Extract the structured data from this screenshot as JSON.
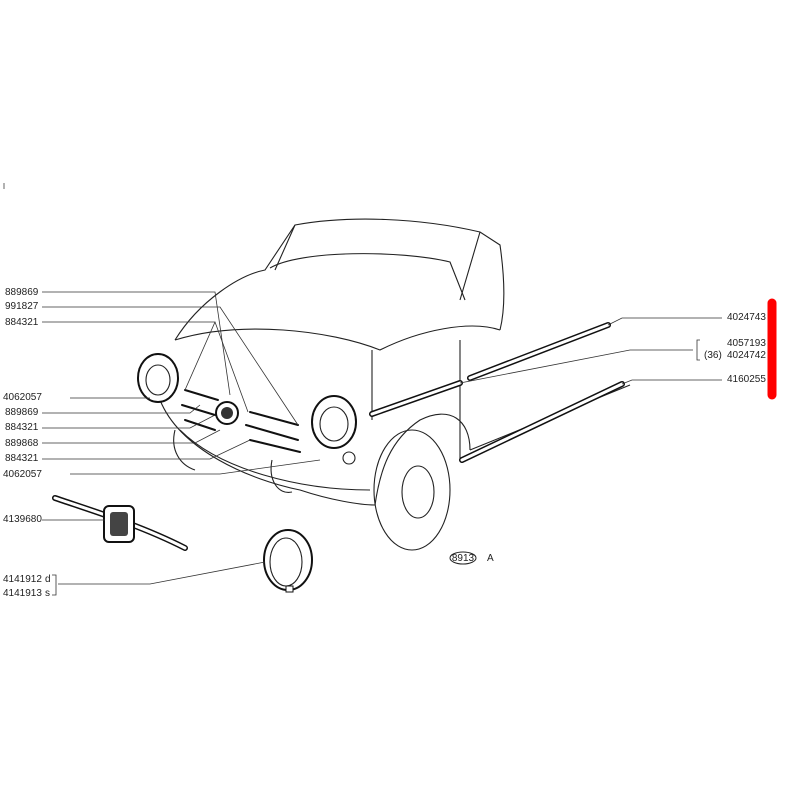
{
  "left_labels": {
    "l1": "889869",
    "l2": "991827",
    "l3": "884321",
    "l4": "4062057",
    "l5": "889869",
    "l6": "884321",
    "l7": "889868",
    "l8": "884321",
    "l9": "4062057",
    "l10": "4139680",
    "l11": "4141912",
    "l11_side": "d",
    "l12": "4141913",
    "l12_side": "s"
  },
  "right_labels": {
    "r1": "4024743",
    "r2": "4057193",
    "r3_prefix": "(36)",
    "r3": "4024742",
    "r4": "4160255"
  },
  "figure_code": "8913",
  "figure_suffix": "A",
  "colors": {
    "marker": "#ff0000",
    "ink": "#222222"
  }
}
